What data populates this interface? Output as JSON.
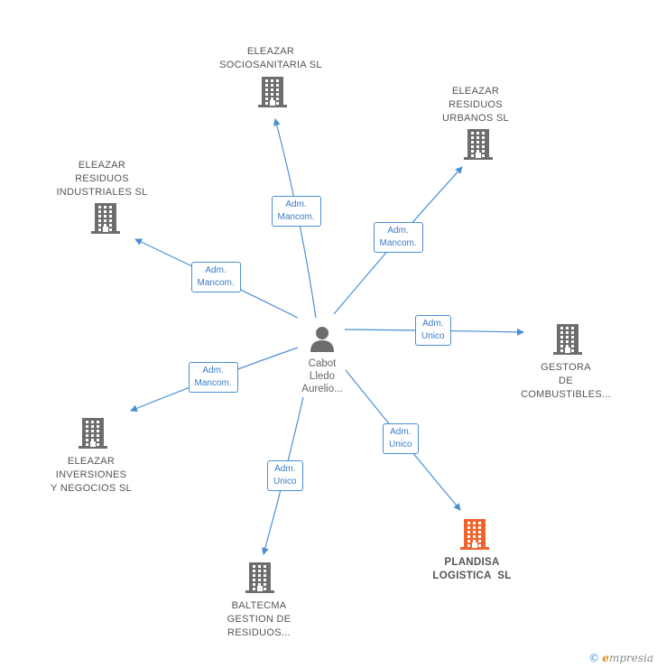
{
  "center": {
    "label": "Cabot\nLledo\nAurelio..."
  },
  "colors": {
    "edge": "#4a8fd6",
    "building": "#6d6d6d",
    "focus_building": "#f0632c"
  },
  "companies": [
    {
      "id": "socio",
      "label": "ELEAZAR\nSOCIOSANITARIA SL",
      "role": "Adm.\nMancom.",
      "focus": false
    },
    {
      "id": "urbanos",
      "label": "ELEAZAR\nRESIDUOS\nURBANOS SL",
      "role": "Adm.\nMancom.",
      "focus": false
    },
    {
      "id": "industriales",
      "label": "ELEAZAR\nRESIDUOS\nINDUSTRIALES SL",
      "role": "Adm.\nMancom.",
      "focus": false
    },
    {
      "id": "gestora",
      "label": "GESTORA\nDE\nCOMBUSTIBLES...",
      "role": "Adm.\nUnico",
      "focus": false
    },
    {
      "id": "inversiones",
      "label": "ELEAZAR\nINVERSIONES\nY NEGOCIOS SL",
      "role": "Adm.\nMancom.",
      "focus": false
    },
    {
      "id": "plandisa",
      "label": "PLANDISA\nLOGISTICA  SL",
      "role": "Adm.\nUnico",
      "focus": true
    },
    {
      "id": "baltecma",
      "label": "BALTECMA\nGESTION DE\nRESIDUOS...",
      "role": "Adm.\nUnico",
      "focus": false
    }
  ],
  "credit": {
    "symbol": "©",
    "brand_initial": "e",
    "brand_rest": "mpresia"
  }
}
